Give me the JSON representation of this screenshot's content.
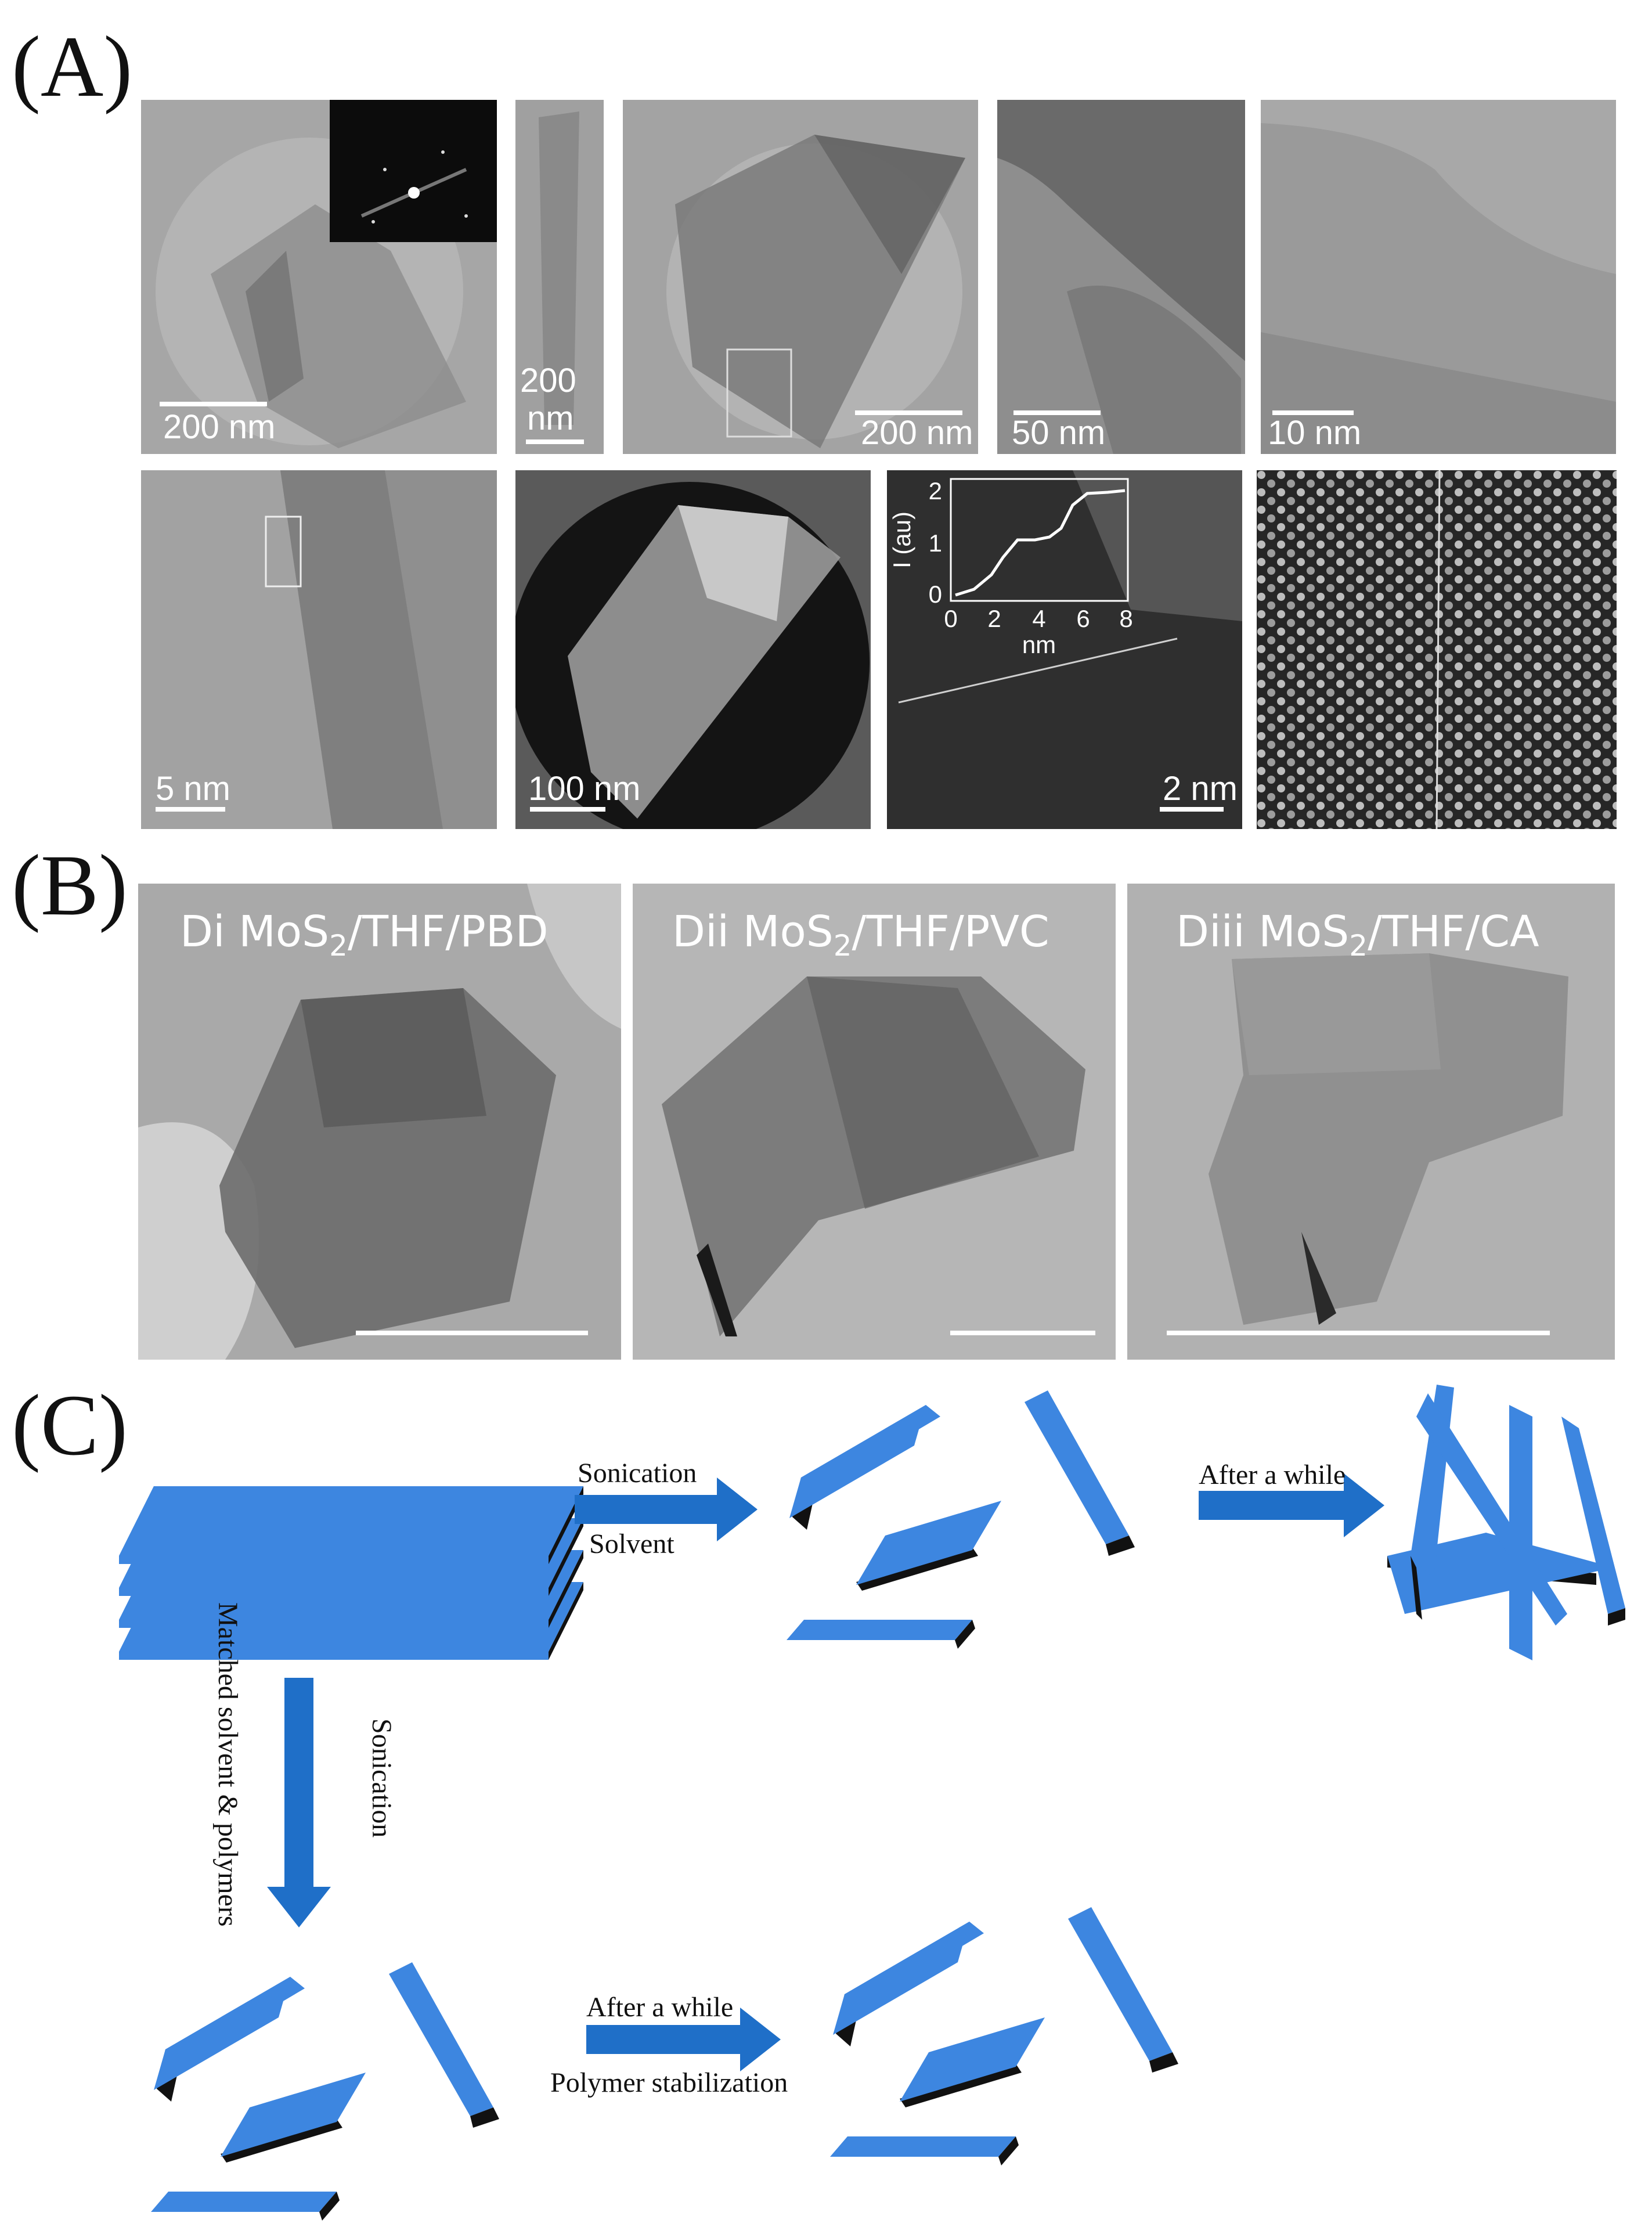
{
  "panels": {
    "a": {
      "label": "(A)",
      "scalebars": {
        "a1": "200 nm",
        "a2_line1": "200",
        "a2_line2": "nm",
        "a3": "200 nm",
        "a4": "50 nm",
        "a5": "10 nm",
        "a6": "5 nm",
        "a7": "100 nm",
        "a8": "2 nm"
      },
      "profile_inset": {
        "ylabel": "I (au)",
        "xlabel": "nm",
        "xticks": [
          "0",
          "2",
          "4",
          "6",
          "8"
        ],
        "yticks": [
          "0",
          "1",
          "2"
        ]
      }
    },
    "b": {
      "label": "(B)",
      "images": [
        {
          "prefix": "Di MoS",
          "sub": "2",
          "suffix": "/THF/PBD"
        },
        {
          "prefix": "Dii MoS",
          "sub": "2",
          "suffix": "/THF/PVC"
        },
        {
          "prefix": "Diii MoS",
          "sub": "2",
          "suffix": "/THF/CA"
        }
      ]
    },
    "c": {
      "label": "(C)",
      "labels": {
        "sonication_top": "Sonication",
        "solvent": "Solvent",
        "after_while_top": "After a while",
        "matched": "Matched solvent & polymers",
        "sonication_vert": "Sonication",
        "after_while_bottom": "After a while",
        "polymer_stab": "Polymer stabilization"
      },
      "colors": {
        "sheet_top": "#3d86e0",
        "sheet_edge": "#111111",
        "arrow": "#1f6fc8"
      }
    }
  }
}
